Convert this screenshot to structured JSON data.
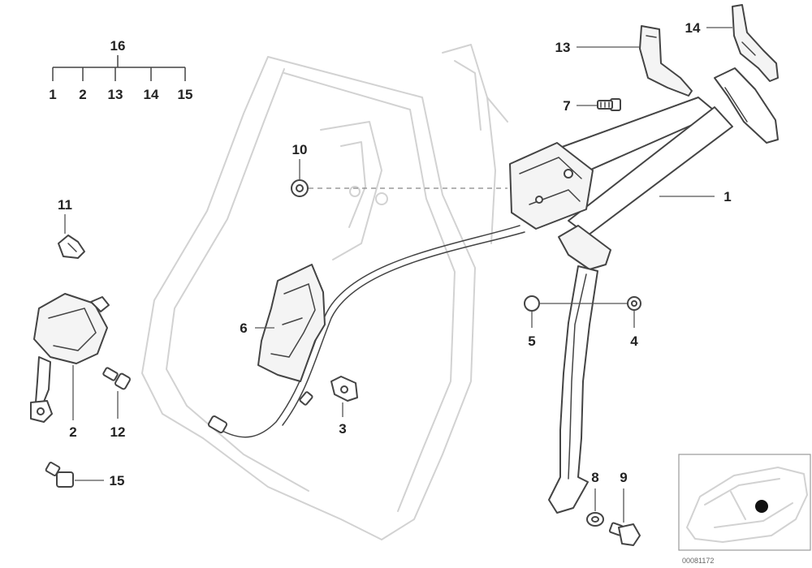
{
  "callouts": {
    "c1": "1",
    "c2": "2",
    "c3": "3",
    "c4": "4",
    "c5": "5",
    "c6": "6",
    "c7": "7",
    "c8": "8",
    "c9": "9",
    "c10": "10",
    "c11": "11",
    "c12": "12",
    "c13": "13",
    "c14": "14",
    "c15": "15"
  },
  "kit_tree": {
    "parent": "16",
    "children": [
      "1",
      "2",
      "13",
      "14",
      "15"
    ]
  },
  "reference_code": "00081172"
}
